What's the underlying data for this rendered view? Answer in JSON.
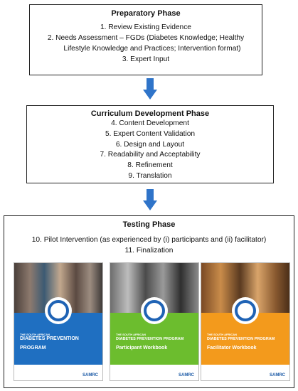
{
  "preparatory": {
    "title": "Preparatory Phase",
    "steps": [
      "1.    Review Existing Evidence",
      "2.    Needs Assessment – FGDs (Diabetes Knowledge; Healthy",
      "Lifestyle Knowledge and Practices; Intervention format)",
      "3.    Expert Input"
    ]
  },
  "curriculum": {
    "title": "Curriculum Development Phase",
    "steps": [
      "4.    Content Development",
      "5.    Expert Content Validation",
      "6.    Design and Layout",
      "7.    Readability and Acceptability",
      "8.    Refinement",
      "9.    Translation"
    ]
  },
  "testing": {
    "title": "Testing Phase",
    "steps": [
      "10.  Pilot Intervention (as experienced by (i) participants and (ii) facilitator)",
      "11.  Finalization"
    ]
  },
  "books": [
    {
      "kicker": "THE SOUTH AFRICAN",
      "line1": "DIABETES PREVENTION",
      "line2": "PROGRAM",
      "line3": "",
      "color": "#1f6fc1",
      "logo": "SAMRC"
    },
    {
      "kicker": "THE SOUTH AFRICAN",
      "line1": "DIABETES PREVENTION PROGRAM",
      "line2": "Participant Workbook",
      "line3": "",
      "color": "#6cbd2e",
      "logo": "SAMRC"
    },
    {
      "kicker": "THE SOUTH AFRICAN",
      "line1": "DIABETES PREVENTION PROGRAM",
      "line2": "Facilitator Workbook",
      "line3": "",
      "color": "#f39a1c",
      "logo": "SAMRC"
    }
  ],
  "colors": {
    "arrow": "#2f74c9",
    "ring_outer": "#1f63b5",
    "ring_inner": "#ffffff"
  }
}
